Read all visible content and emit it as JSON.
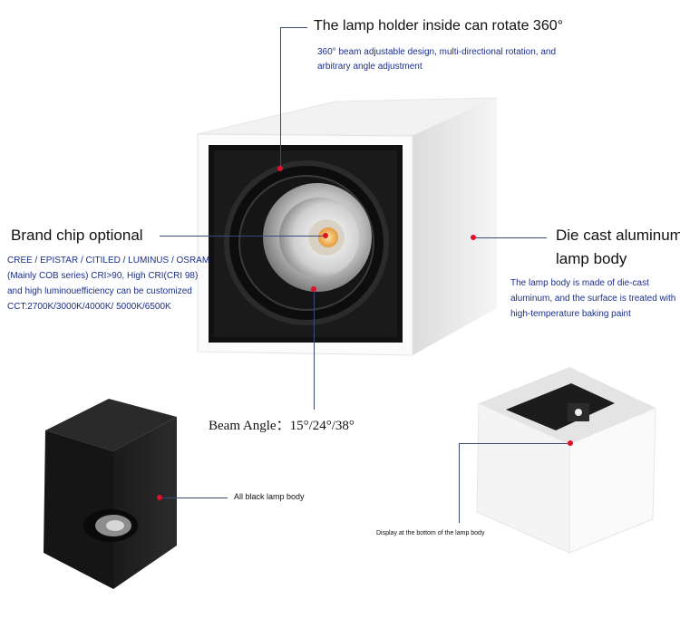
{
  "rotate": {
    "title": "The lamp holder inside can rotate 360°",
    "desc_line1": "360°  beam adjustable design, multi-directional rotation, and",
    "desc_line2": "arbitrary angle adjustment"
  },
  "chip": {
    "title": "Brand chip optional",
    "line1": "CREE / EPISTAR / CITILED / LUMINUS / OSRAM",
    "line2": "(Mainly COB series)  CRI>90, High CRI(CRI 98)",
    "line3": "and high luminouefficiency can be customized",
    "line4": "CCT:2700K/3000K/4000K/ 5000K/6500K"
  },
  "body": {
    "title_line1": "Die cast aluminum",
    "title_line2": "lamp body",
    "desc_line1": "The lamp body is made of die-cast",
    "desc_line2": "aluminum, and the surface is treated with",
    "desc_line3": "high-temperature baking paint"
  },
  "beam": {
    "label": "Beam Angle：15°/24°/38°"
  },
  "black_body": {
    "label": "All black lamp body"
  },
  "bottom": {
    "label": "Display at the bottom of the lamp body"
  },
  "colors": {
    "accent_text": "#1b2f8a",
    "marker": "#e0102a",
    "leader": "#3a4a78"
  }
}
